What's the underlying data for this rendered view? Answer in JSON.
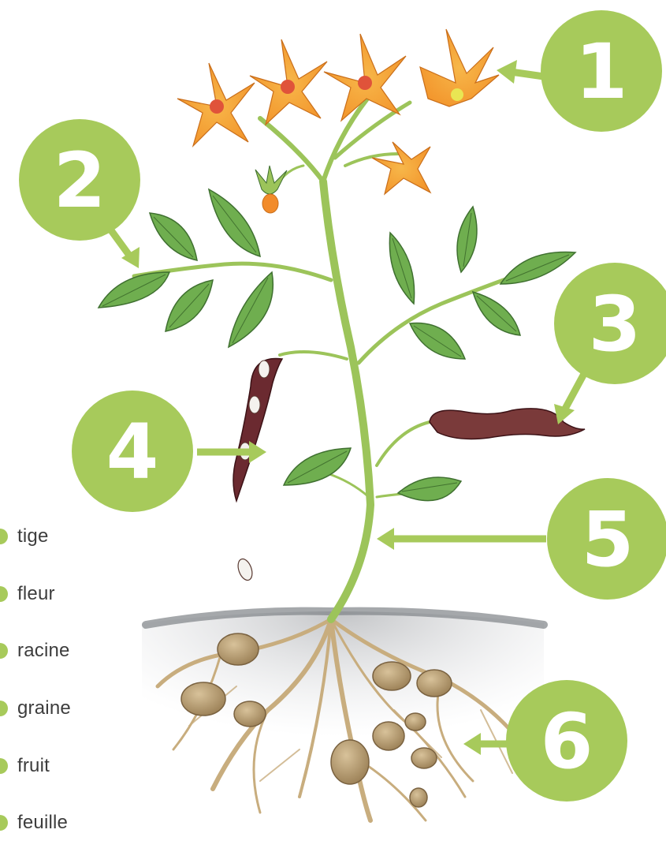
{
  "colors": {
    "badge": "#a7ca5b",
    "arrow": "#a7ca5b",
    "badge_text": "#ffffff",
    "legend_text": "#3d3d3d",
    "flower": "#f4a93a",
    "leaf": "#6fae4f",
    "stem": "#9cc45a",
    "pod": "#6b2a30",
    "tuber": "#b59b72",
    "root": "#c8ad7e",
    "soil": "#8a8d92"
  },
  "labels": [
    {
      "number": "1",
      "part": "flower"
    },
    {
      "number": "2",
      "part": "leaf"
    },
    {
      "number": "3",
      "part": "fruit-pod"
    },
    {
      "number": "4",
      "part": "seed-in-pod"
    },
    {
      "number": "5",
      "part": "stem"
    },
    {
      "number": "6",
      "part": "root"
    }
  ],
  "legend": {
    "items": [
      "tige",
      "fleur",
      "racine",
      "graine",
      "fruit",
      "feuille"
    ]
  }
}
